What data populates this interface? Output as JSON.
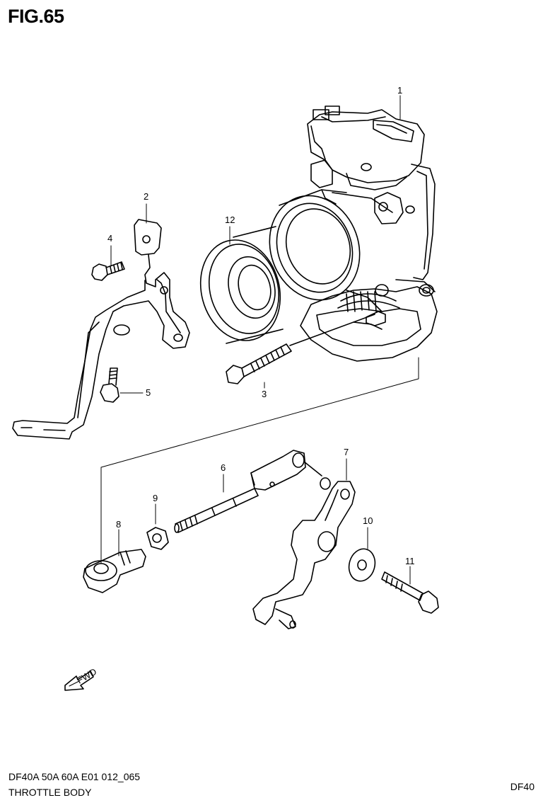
{
  "figure": {
    "title": "FIG.65"
  },
  "part_numbers": [
    "1",
    "2",
    "3",
    "4",
    "5",
    "6",
    "7",
    "8",
    "9",
    "10",
    "11",
    "12"
  ],
  "fwd_label": "FWD",
  "footer": {
    "code": "DF40A 50A 60A E01 012_065",
    "title": "THROTTLE BODY",
    "model": "DF40"
  }
}
